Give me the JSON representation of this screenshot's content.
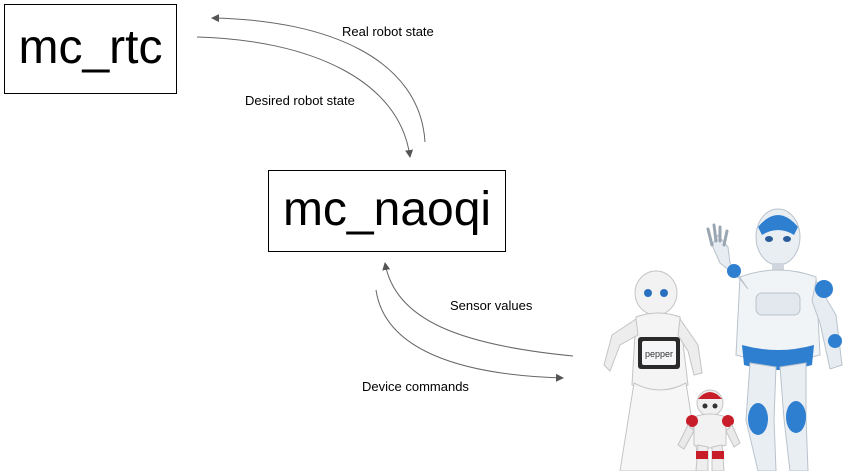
{
  "nodes": {
    "rtc": "mc_rtc",
    "naoqi": "mc_naoqi"
  },
  "edges": {
    "real_robot_state": "Real robot state",
    "desired_robot_state": "Desired robot state",
    "sensor_values": "Sensor values",
    "device_commands": "Device commands"
  },
  "robots": {
    "pepper_screen_text": "pepper",
    "depicted": [
      "pepper-robot",
      "nao-robot",
      "romeo-robot"
    ]
  },
  "colors": {
    "arrow": "#555555",
    "box_border": "#000000",
    "romeo_blue": "#2f7fd0",
    "nao_red": "#c81e2a"
  }
}
